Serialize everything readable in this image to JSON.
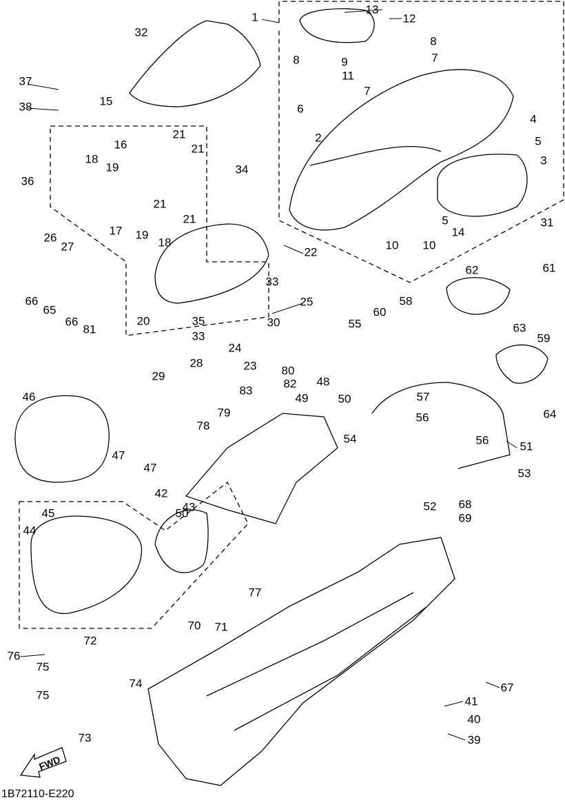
{
  "diagram": {
    "caption": "1B72110-E220",
    "fwd_label": "FWD",
    "callouts": [
      "1",
      "13",
      "12",
      "8",
      "8",
      "9",
      "7",
      "11",
      "7",
      "6",
      "4",
      "2",
      "5",
      "3",
      "5",
      "10",
      "10",
      "14",
      "31",
      "32",
      "37",
      "38",
      "15",
      "16",
      "21",
      "21",
      "18",
      "19",
      "34",
      "36",
      "21",
      "21",
      "17",
      "19",
      "18",
      "26",
      "27",
      "22",
      "33",
      "25",
      "66",
      "65",
      "66",
      "20",
      "35",
      "30",
      "33",
      "24",
      "23",
      "81",
      "28",
      "29",
      "80",
      "82",
      "83",
      "49",
      "48",
      "50",
      "79",
      "78",
      "46",
      "47",
      "47",
      "42",
      "43",
      "45",
      "44",
      "50",
      "55",
      "58",
      "60",
      "62",
      "61",
      "63",
      "59",
      "57",
      "56",
      "64",
      "54",
      "56",
      "51",
      "53",
      "52",
      "68",
      "69",
      "77",
      "70",
      "71",
      "72",
      "76",
      "75",
      "74",
      "75",
      "73",
      "67",
      "41",
      "40",
      "39"
    ]
  }
}
